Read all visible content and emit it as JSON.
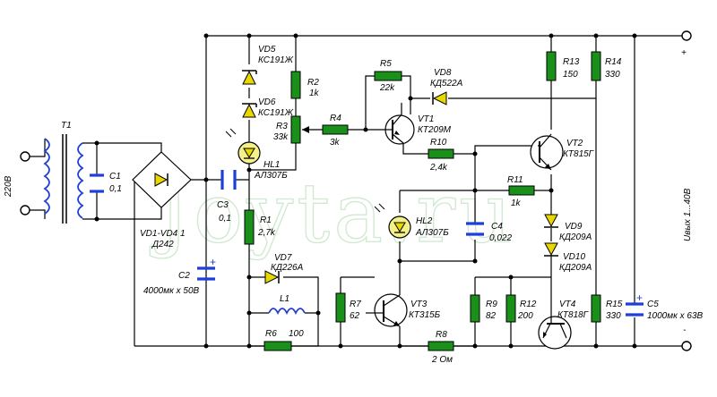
{
  "watermark": "Joyta.ru",
  "input_label": "220В",
  "output_label": "Uвых 1...40В",
  "polarity": {
    "plus": "+",
    "minus": "-"
  },
  "labels": {
    "T1": "T1",
    "C1": "C1",
    "C1_val": "0,1",
    "VD14": "VD1-VD4 1",
    "VD14_val": "Д242",
    "C2": "C2",
    "C2_val": "4000мк x 50В",
    "C3": "C3",
    "C3_val": "0,1",
    "HL1": "HL1",
    "HL1_val": "АЛ307Б",
    "VD5": "VD5",
    "VD5_val": "КС191Ж",
    "VD6": "VD6",
    "VD6_val": "КС191Ж",
    "R1": "R1",
    "R1_val": "2,7k",
    "R2": "R2",
    "R2_val": "1k",
    "R3": "R3",
    "R3_val": "33k",
    "R4": "R4",
    "R4_val": "3k",
    "R5": "R5",
    "R5_val": "22k",
    "VD8": "VD8",
    "VD8_val": "КД522А",
    "VT1": "VT1",
    "VT1_val": "КТ209М",
    "R10": "R10",
    "R10_val": "2,4k",
    "VT2": "VT2",
    "VT2_val": "КТ815Г",
    "R11": "R11",
    "R11_val": "1k",
    "R13": "R13",
    "R13_val": "150",
    "R14": "R14",
    "R14_val": "330",
    "HL2": "HL2",
    "HL2_val": "АЛ307Б",
    "C4": "C4",
    "C4_val": "0,022",
    "VD9": "VD9",
    "VD9_val": "КД209А",
    "VD10": "VD10",
    "VD10_val": "КД209А",
    "VD7": "VD7",
    "VD7_val": "КД226А",
    "L1": "L1",
    "R6": "R6",
    "R6_val": "100",
    "R7": "R7",
    "R7_val": "62",
    "VT3": "VT3",
    "VT3_val": "КТ315Б",
    "R8": "R8",
    "R8_val": "2 Ом",
    "R9": "R9",
    "R9_val": "82",
    "R12": "R12",
    "R12_val": "200",
    "VT4": "VT4",
    "VT4_val": "КТ818Г",
    "R15": "R15",
    "R15_val": "330",
    "C5": "C5",
    "C5_val": "1000мк x 63В"
  },
  "colors": {
    "resistor": "#1a8f1a",
    "capacitor": "#1f3fd6",
    "diode": "#e8d800",
    "wire": "#000000"
  }
}
